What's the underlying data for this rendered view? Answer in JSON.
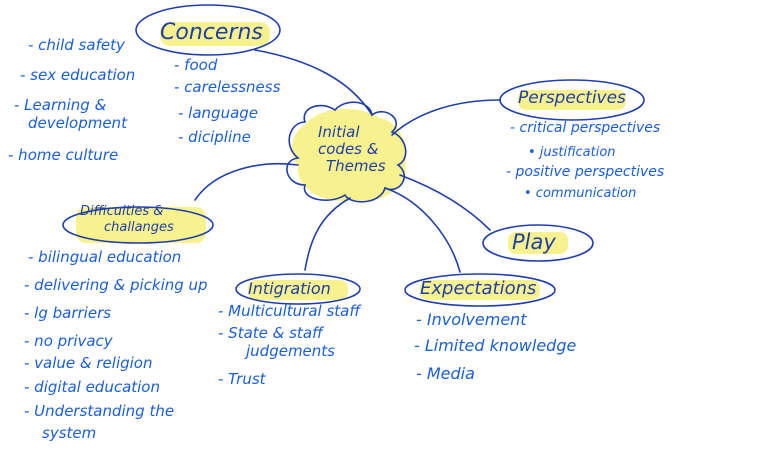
{
  "diagram": {
    "center": {
      "lines": [
        "Initial",
        "codes &",
        "Themes"
      ]
    },
    "nodes": {
      "concerns": {
        "title": "Concerns",
        "left_items": [
          "- child safety",
          "- sex education",
          "- Learning &",
          "development",
          "- home culture"
        ],
        "right_items": [
          "- food",
          "- carelessness",
          "- language",
          "- dicipline"
        ]
      },
      "perspectives": {
        "title": "Perspectives",
        "items": [
          "- critical perspectives",
          "• justification",
          "- positive perspectives",
          "• communication"
        ]
      },
      "difficulties": {
        "title_lines": [
          "Difficulties &",
          "challanges"
        ],
        "items": [
          "- bilingual education",
          "- delivering & picking up",
          "- lg barriers",
          "- no privacy",
          "- value & religion",
          "- digital education",
          "- Understanding the",
          "system"
        ]
      },
      "integration": {
        "title": "Intigration",
        "items": [
          "- Multicultural staff",
          "- State & staff",
          "judgements",
          "- Trust"
        ]
      },
      "expectations": {
        "title": "Expectations",
        "items": [
          "- Involvement",
          "- Limited knowledge",
          "- Media"
        ]
      },
      "play": {
        "title": "Play"
      }
    },
    "colors": {
      "title_ink": "#1f3fa8",
      "item_ink": "#1a5fd6",
      "highlight": "#f6f07a"
    }
  }
}
